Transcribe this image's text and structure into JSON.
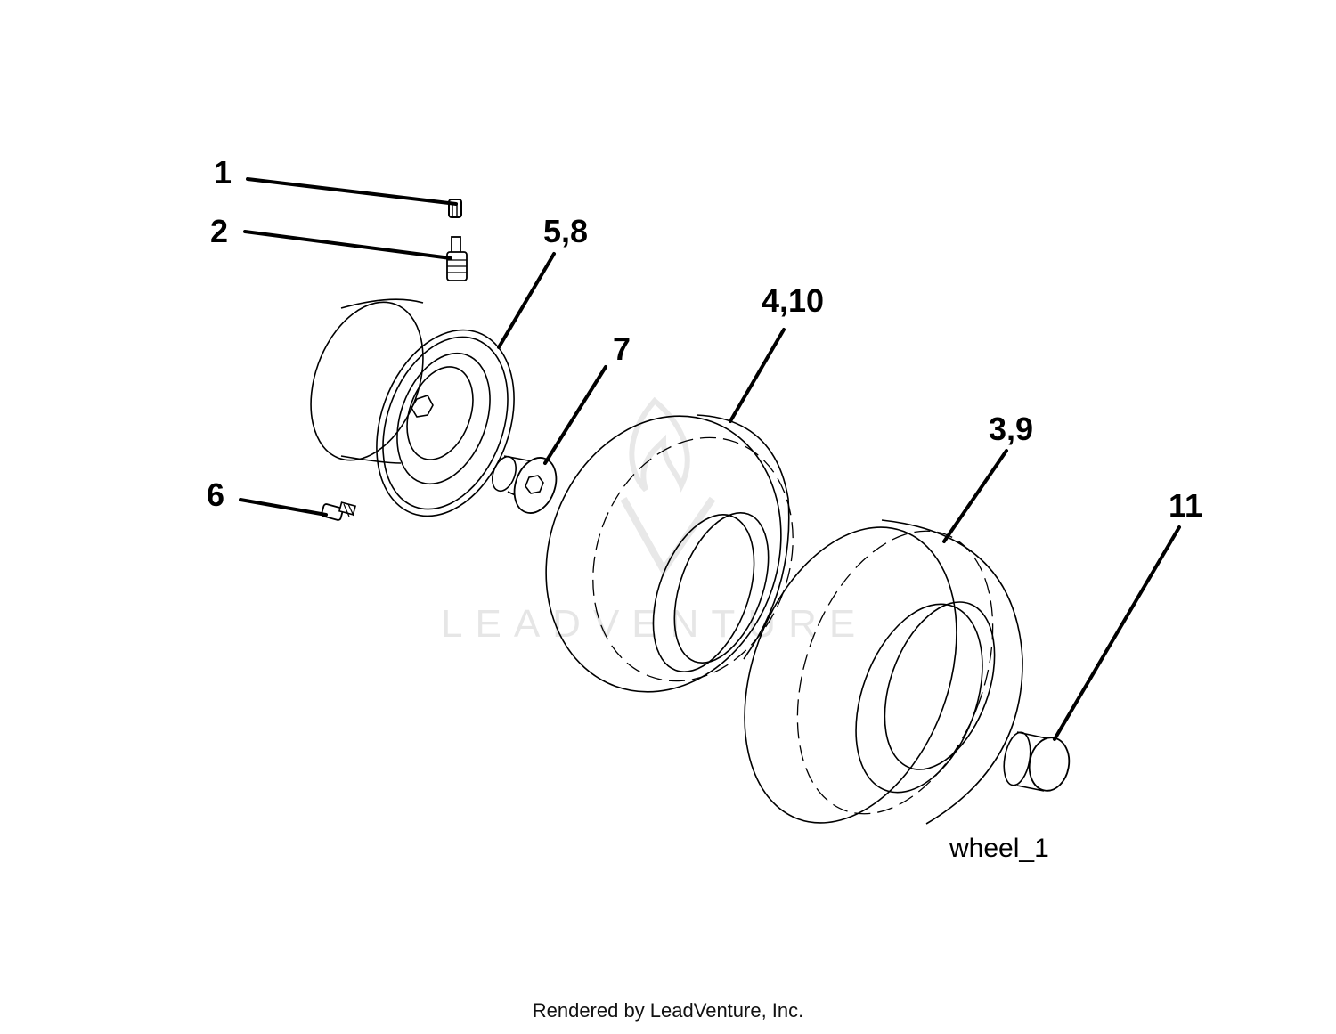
{
  "diagram": {
    "caption": "wheel_1",
    "footer": "Rendered by LeadVenture, Inc.",
    "watermark": "LEADVENTURE",
    "callouts": [
      "1",
      "2",
      "5,8",
      "7",
      "4,10",
      "3,9",
      "11",
      "6"
    ]
  },
  "colors": {
    "line": "#000000",
    "background": "#ffffff",
    "watermark": "#e2e2e2"
  }
}
